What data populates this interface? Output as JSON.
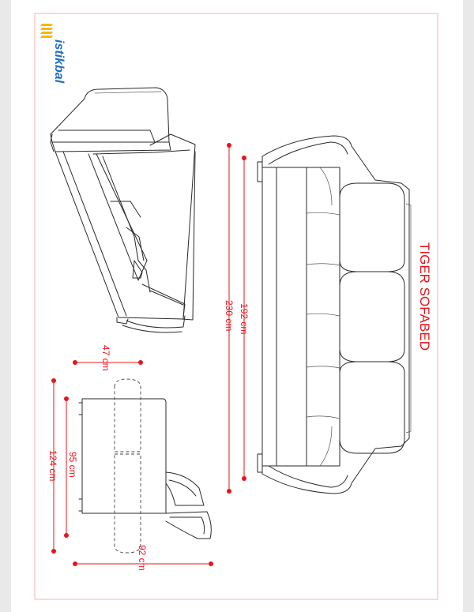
{
  "brand": {
    "name": "istikbal"
  },
  "title": "TIGER SOFABED",
  "dimensions": {
    "depth_top": "47 cm",
    "seat_depth": "95 cm",
    "bed_length": "124 cm",
    "height": "92 cm",
    "inner_width": "192 cm",
    "total_width": "230 cm"
  },
  "colors": {
    "accent": "#e8141b",
    "logo": "#1f6fc0",
    "lines": "#2a2a2a"
  }
}
